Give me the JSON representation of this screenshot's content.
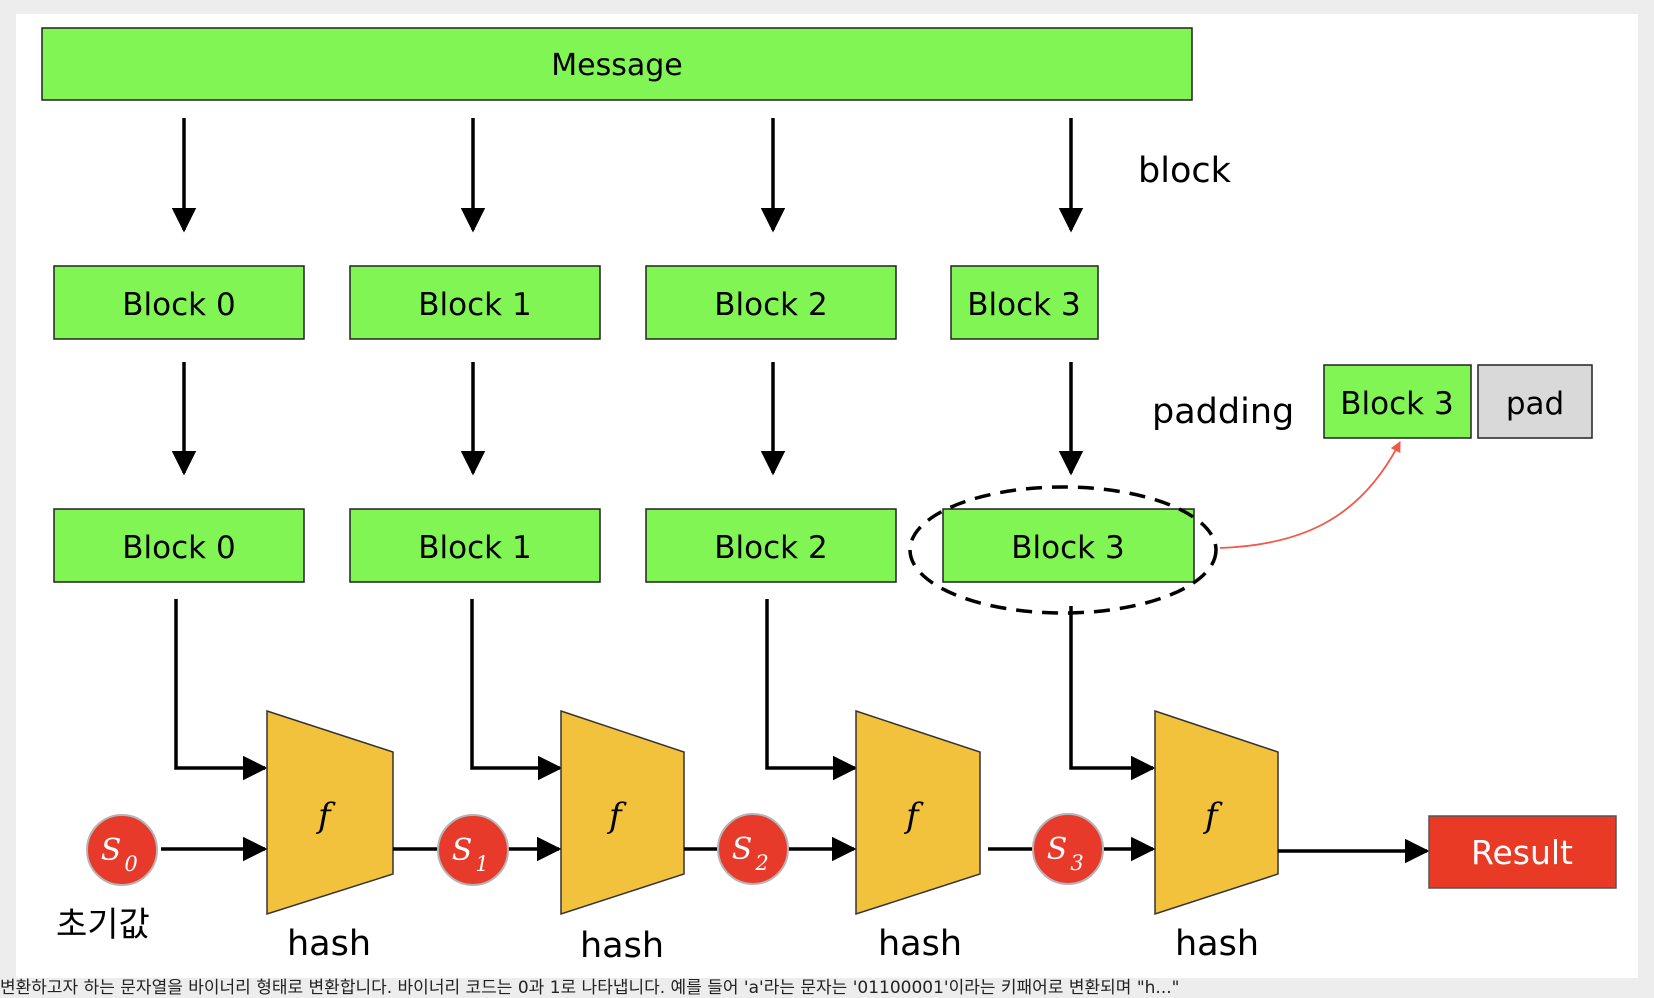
{
  "diagram": {
    "message_label": "Message",
    "block_label": "block",
    "padding_label": "padding",
    "split_blocks": [
      "Block 0",
      "Block 1",
      "Block 2",
      "Block 3"
    ],
    "padded_blocks": [
      "Block 0",
      "Block 1",
      "Block 2",
      "Block 3"
    ],
    "padding_detail": {
      "block": "Block 3",
      "pad": "pad"
    },
    "function_label": "f",
    "hash_label": "hash",
    "states": [
      {
        "base": "S",
        "sub": "0"
      },
      {
        "base": "S",
        "sub": "1"
      },
      {
        "base": "S",
        "sub": "2"
      },
      {
        "base": "S",
        "sub": "3"
      }
    ],
    "initial_value_label": "초기값",
    "result_label": "Result",
    "colors": {
      "block_fill": "#80f553",
      "pad_fill": "#d9d9d9",
      "function_fill": "#f2c23c",
      "state_fill": "#e83a2a",
      "result_fill": "#e83a24",
      "highlight_arrow": "#f05a4a"
    }
  },
  "caption": "변환하고자 하는 문자열을 바이너리 형태로 변환합니다. 바이너리 코드는 0과 1로 나타냅니다. 예를 들어 'a'라는 문자는 '01100001'이라는 키패어로 변환되며 \"h...\""
}
